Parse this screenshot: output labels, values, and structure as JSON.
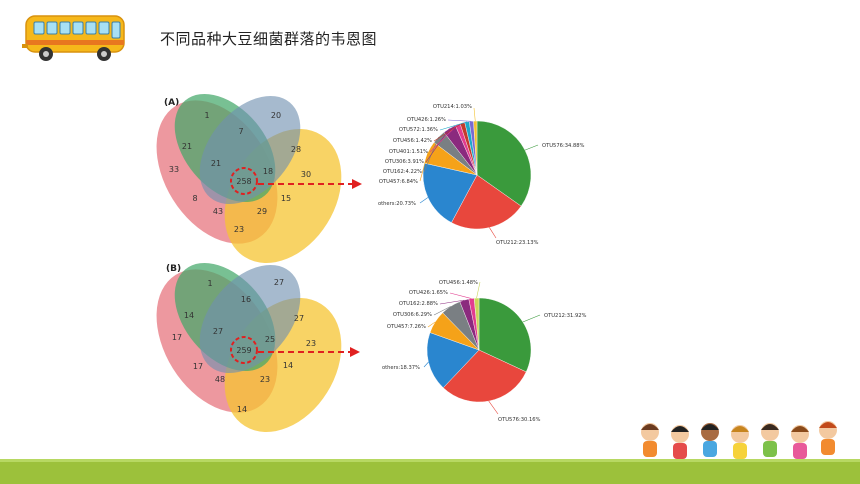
{
  "title": "不同品种大豆细菌群落的韦恩图",
  "chart_data": [
    {
      "type": "venn",
      "panel": "(A)",
      "regions": [
        {
          "label": "1"
        },
        {
          "label": "20"
        },
        {
          "label": "7"
        },
        {
          "label": "21"
        },
        {
          "label": "28"
        },
        {
          "label": "33"
        },
        {
          "label": "21"
        },
        {
          "label": "18"
        },
        {
          "label": "30"
        },
        {
          "label": "258"
        },
        {
          "label": "8"
        },
        {
          "label": "43"
        },
        {
          "label": "29"
        },
        {
          "label": "15"
        },
        {
          "label": "23"
        }
      ]
    },
    {
      "type": "pie",
      "panel": "(A)",
      "slices": [
        {
          "name": "OTU576:34.88%",
          "value": 34.88,
          "color": "#3a9a3c"
        },
        {
          "name": "OTU212:23.13%",
          "value": 23.13,
          "color": "#e8473d"
        },
        {
          "name": "others:20.73%",
          "value": 20.73,
          "color": "#2a86cf"
        },
        {
          "name": "OTU457:6.84%",
          "value": 6.84,
          "color": "#f5a219"
        },
        {
          "name": "OTU162:4.22%",
          "value": 4.22,
          "color": "#7a7f83"
        },
        {
          "name": "OTU306:3.91%",
          "value": 3.91,
          "color": "#8b2a7e"
        },
        {
          "name": "OTU401:1.51%",
          "value": 1.51,
          "color": "#e23c8f"
        },
        {
          "name": "OTU456:1.42%",
          "value": 1.42,
          "color": "#c43a2c"
        },
        {
          "name": "OTU572:1.36%",
          "value": 1.36,
          "color": "#1fa8c9"
        },
        {
          "name": "OTU426:1.26%",
          "value": 1.26,
          "color": "#7a6ad0"
        },
        {
          "name": "OTU214:1.03%",
          "value": 1.03,
          "color": "#f2c230"
        }
      ]
    },
    {
      "type": "venn",
      "panel": "(B)",
      "regions": [
        {
          "label": "1"
        },
        {
          "label": "27"
        },
        {
          "label": "16"
        },
        {
          "label": "14"
        },
        {
          "label": "27"
        },
        {
          "label": "17"
        },
        {
          "label": "27"
        },
        {
          "label": "25"
        },
        {
          "label": "23"
        },
        {
          "label": "259"
        },
        {
          "label": "17"
        },
        {
          "label": "48"
        },
        {
          "label": "23"
        },
        {
          "label": "14"
        },
        {
          "label": "14"
        }
      ]
    },
    {
      "type": "pie",
      "panel": "(B)",
      "slices": [
        {
          "name": "OTU212:31.92%",
          "value": 31.92,
          "color": "#3a9a3c"
        },
        {
          "name": "OTU576:30.16%",
          "value": 30.16,
          "color": "#e8473d"
        },
        {
          "name": "others:18.37%",
          "value": 18.37,
          "color": "#2a86cf"
        },
        {
          "name": "OTU457:7.26%",
          "value": 7.26,
          "color": "#f5a219"
        },
        {
          "name": "OTU306:6.29%",
          "value": 6.29,
          "color": "#7a7f83"
        },
        {
          "name": "OTU162:2.88%",
          "value": 2.88,
          "color": "#8b2a7e"
        },
        {
          "name": "OTU426:1.65%",
          "value": 1.65,
          "color": "#e23c8f"
        },
        {
          "name": "OTU456:1.48%",
          "value": 1.48,
          "color": "#c9d65a"
        }
      ]
    }
  ]
}
